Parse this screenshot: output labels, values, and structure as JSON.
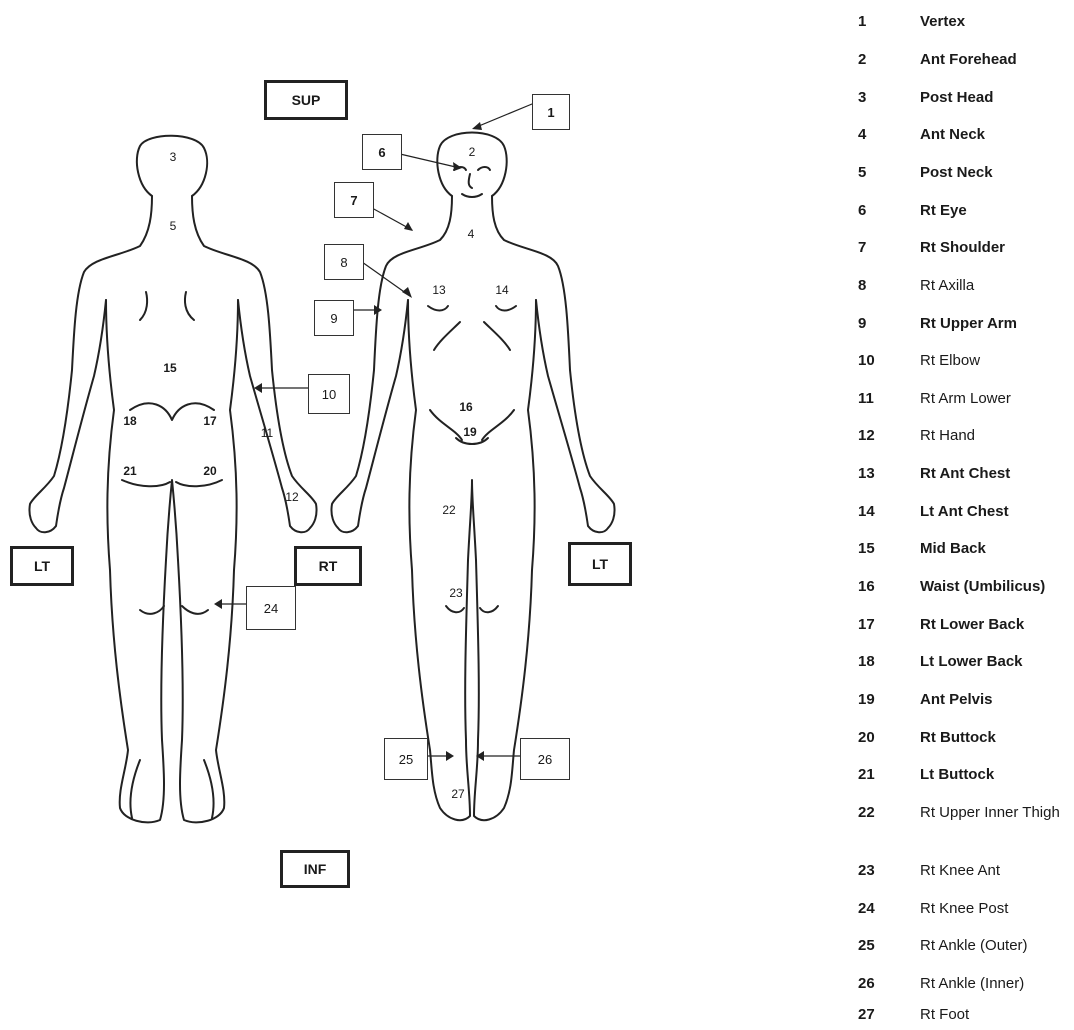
{
  "orientation": {
    "sup": "SUP",
    "inf": "INF",
    "lt_back": "LT",
    "rt_back": "RT",
    "lt_front": "LT"
  },
  "callouts": [
    {
      "id": "c1",
      "text": "1",
      "bold": true
    },
    {
      "id": "c6",
      "text": "6",
      "bold": true
    },
    {
      "id": "c7",
      "text": "7",
      "bold": true
    },
    {
      "id": "c8",
      "text": "8",
      "bold": false
    },
    {
      "id": "c9",
      "text": "9",
      "bold": false
    },
    {
      "id": "c10",
      "text": "10",
      "bold": false
    },
    {
      "id": "c24",
      "text": "24",
      "bold": false
    },
    {
      "id": "c25",
      "text": "25",
      "bold": false
    },
    {
      "id": "c26",
      "text": "26",
      "bold": false
    }
  ],
  "region_numbers": [
    {
      "id": "r3",
      "text": "3",
      "bold": false
    },
    {
      "id": "r5",
      "text": "5",
      "bold": false
    },
    {
      "id": "r15",
      "text": "15",
      "bold": true
    },
    {
      "id": "r18",
      "text": "18",
      "bold": true
    },
    {
      "id": "r17",
      "text": "17",
      "bold": true
    },
    {
      "id": "r21",
      "text": "21",
      "bold": true
    },
    {
      "id": "r20",
      "text": "20",
      "bold": true
    },
    {
      "id": "r11",
      "text": "11",
      "bold": false
    },
    {
      "id": "r12",
      "text": "12",
      "bold": false
    },
    {
      "id": "r2",
      "text": "2",
      "bold": false
    },
    {
      "id": "r4",
      "text": "4",
      "bold": false
    },
    {
      "id": "r13",
      "text": "13",
      "bold": false
    },
    {
      "id": "r14",
      "text": "14",
      "bold": false
    },
    {
      "id": "r16",
      "text": "16",
      "bold": true
    },
    {
      "id": "r19",
      "text": "19",
      "bold": true
    },
    {
      "id": "r22",
      "text": "22",
      "bold": false
    },
    {
      "id": "r23",
      "text": "23",
      "bold": false
    },
    {
      "id": "r27",
      "text": "27",
      "bold": false
    }
  ],
  "legend": [
    {
      "num": "1",
      "label": "Vertex",
      "bold": true
    },
    {
      "num": "2",
      "label": "Ant Forehead",
      "bold": true
    },
    {
      "num": "3",
      "label": "Post Head",
      "bold": true
    },
    {
      "num": "4",
      "label": "Ant Neck",
      "bold": true
    },
    {
      "num": "5",
      "label": "Post Neck",
      "bold": true
    },
    {
      "num": "6",
      "label": "Rt Eye",
      "bold": true
    },
    {
      "num": "7",
      "label": "Rt Shoulder",
      "bold": true
    },
    {
      "num": "8",
      "label": "Rt Axilla",
      "bold": false
    },
    {
      "num": "9",
      "label": "Rt Upper Arm",
      "bold": true
    },
    {
      "num": "10",
      "label": "Rt Elbow",
      "bold": false
    },
    {
      "num": "11",
      "label": "Rt Arm Lower",
      "bold": false
    },
    {
      "num": "12",
      "label": "Rt Hand",
      "bold": false
    },
    {
      "num": "13",
      "label": "Rt Ant Chest",
      "bold": true
    },
    {
      "num": "14",
      "label": "Lt Ant Chest",
      "bold": true
    },
    {
      "num": "15",
      "label": "Mid Back",
      "bold": true
    },
    {
      "num": "16",
      "label": "Waist (Umbilicus)",
      "bold": true
    },
    {
      "num": "17",
      "label": "Rt Lower Back",
      "bold": true
    },
    {
      "num": "18",
      "label": "Lt Lower Back",
      "bold": true
    },
    {
      "num": "19",
      "label": "Ant Pelvis",
      "bold": true
    },
    {
      "num": "20",
      "label": "Rt Buttock",
      "bold": true
    },
    {
      "num": "21",
      "label": "Lt Buttock",
      "bold": true
    },
    {
      "num": "22",
      "label": "Rt Upper Inner Thigh",
      "bold": false
    },
    {
      "num": "23",
      "label": "Rt Knee Ant",
      "bold": false
    },
    {
      "num": "24",
      "label": "Rt Knee Post",
      "bold": false
    },
    {
      "num": "25",
      "label": "Rt Ankle (Outer)",
      "bold": false
    },
    {
      "num": "26",
      "label": "Rt Ankle (Inner)",
      "bold": false
    },
    {
      "num": "27",
      "label": "Rt Foot",
      "bold": false
    }
  ]
}
